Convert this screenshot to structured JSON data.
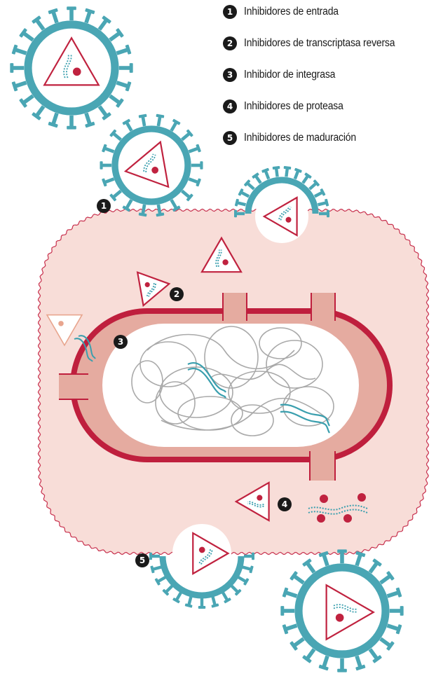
{
  "legend": [
    {
      "num": "1",
      "label": "Inhibidores de entrada"
    },
    {
      "num": "2",
      "label": "Inhibidores de transcriptasa reversa"
    },
    {
      "num": "3",
      "label": "Inhibidor de integrasa"
    },
    {
      "num": "4",
      "label": "Inhibidores de proteasa"
    },
    {
      "num": "5",
      "label": "Inhibidores de maduración"
    }
  ],
  "markers": [
    "1",
    "2",
    "3",
    "4",
    "5"
  ],
  "colors": {
    "virus_ring": "#4aa6b4",
    "capsid": "#c0223f",
    "cell_fill": "#f8ddd8",
    "cell_outline": "#c8324f",
    "nucleus_membrane": "#bf1f3d",
    "nucleus_band": "#e5aba0",
    "dna_host": "#a9a9a9",
    "dna_viral": "#3a9fae"
  }
}
